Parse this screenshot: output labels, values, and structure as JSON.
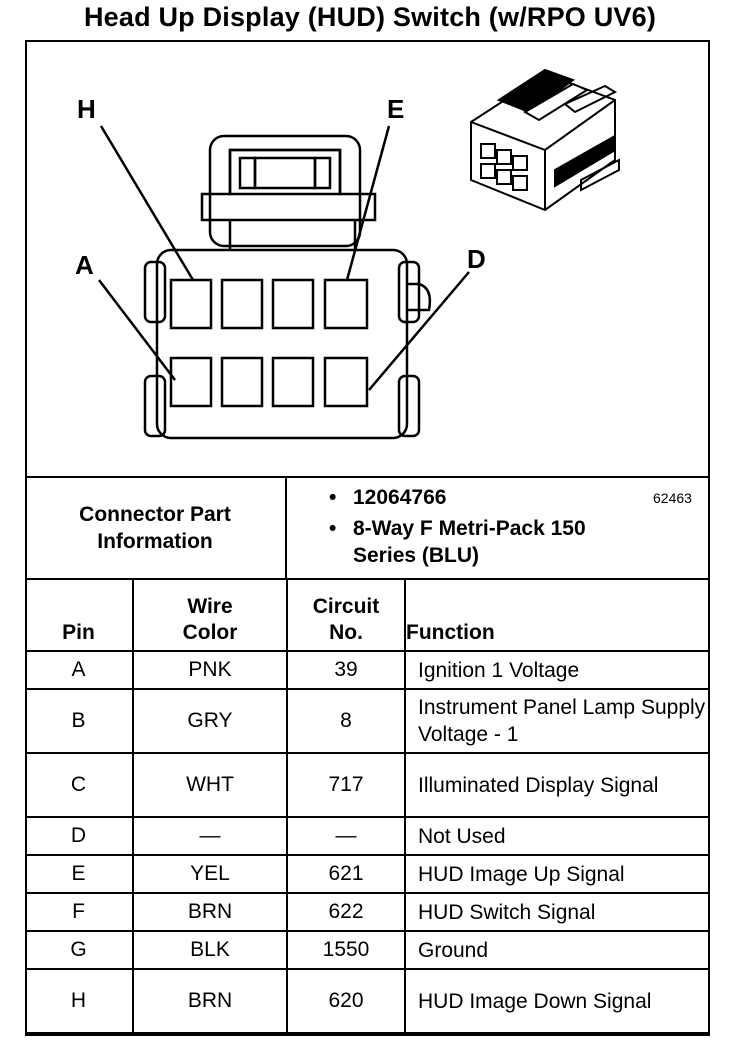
{
  "title": "Head Up Display (HUD) Switch (w/RPO UV6)",
  "diagram": {
    "labels": {
      "H": "H",
      "E": "E",
      "A": "A",
      "D": "D"
    },
    "figure_number": "62463"
  },
  "connector_info": {
    "label": "Connector Part Information",
    "items": [
      "12064766",
      "8-Way F Metri-Pack 150 Series (BLU)"
    ]
  },
  "table": {
    "headers": {
      "pin": "Pin",
      "wire_color": "Wire Color",
      "circuit": "Circuit No.",
      "function": "Function"
    },
    "rows": [
      {
        "pin": "A",
        "color": "PNK",
        "circuit": "39",
        "function": "Ignition 1 Voltage"
      },
      {
        "pin": "B",
        "color": "GRY",
        "circuit": "8",
        "function": "Instrument Panel Lamp Supply Voltage - 1"
      },
      {
        "pin": "C",
        "color": "WHT",
        "circuit": "717",
        "function": "Illuminated Display Signal"
      },
      {
        "pin": "D",
        "color": "—",
        "circuit": "—",
        "function": "Not Used"
      },
      {
        "pin": "E",
        "color": "YEL",
        "circuit": "621",
        "function": "HUD Image Up Signal"
      },
      {
        "pin": "F",
        "color": "BRN",
        "circuit": "622",
        "function": "HUD Switch Signal"
      },
      {
        "pin": "G",
        "color": "BLK",
        "circuit": "1550",
        "function": "Ground"
      },
      {
        "pin": "H",
        "color": "BRN",
        "circuit": "620",
        "function": "HUD Image Down Signal"
      }
    ]
  }
}
